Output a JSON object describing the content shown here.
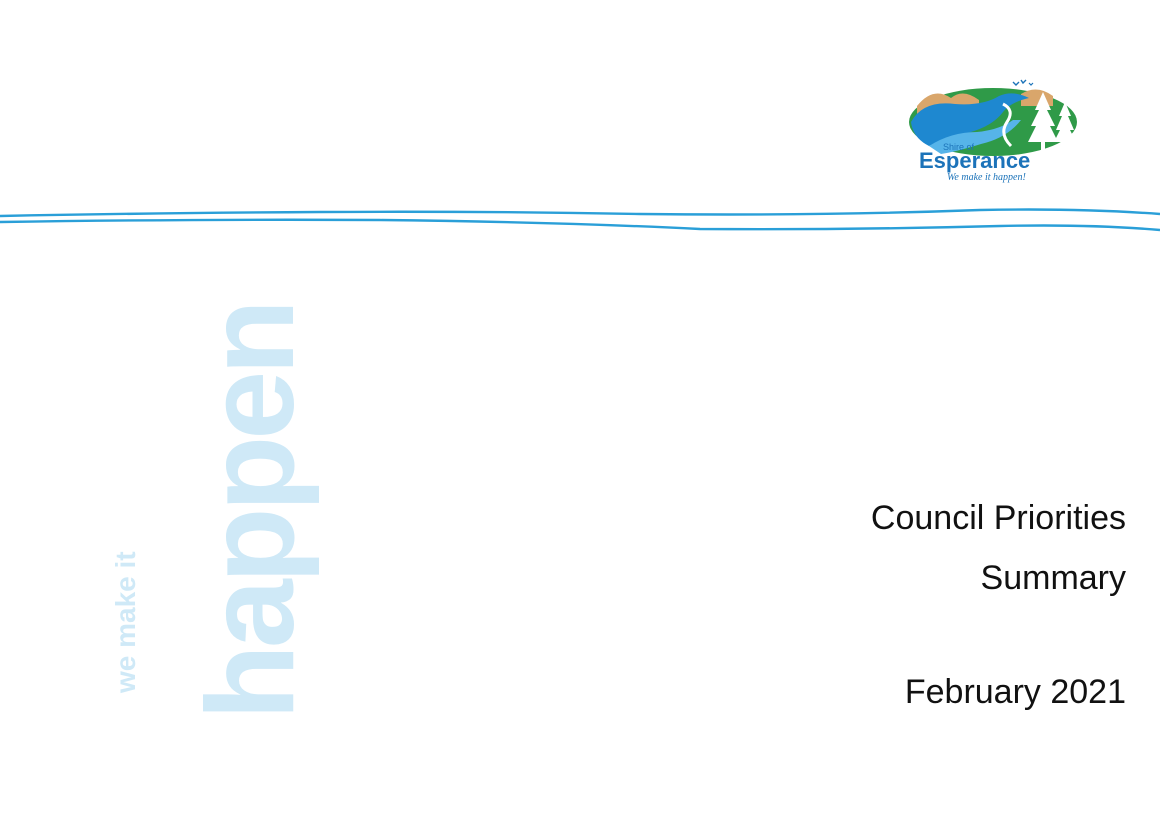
{
  "logo": {
    "shire_text": "Shire of",
    "name_text": "Esperance",
    "tagline": "We make it happen!",
    "colors": {
      "water": "#1e88d0",
      "hills": "#d9a66b",
      "green": "#2f9a48",
      "tree": "#ffffff",
      "name": "#1c73b9"
    }
  },
  "header": {
    "line_color": "#2a9fd8"
  },
  "watermark": {
    "big_text": "happen",
    "small_text": "we make it",
    "color": "#cfe9f7"
  },
  "title": {
    "line1": "Council Priorities",
    "line2": "Summary",
    "date": "February 2021"
  }
}
